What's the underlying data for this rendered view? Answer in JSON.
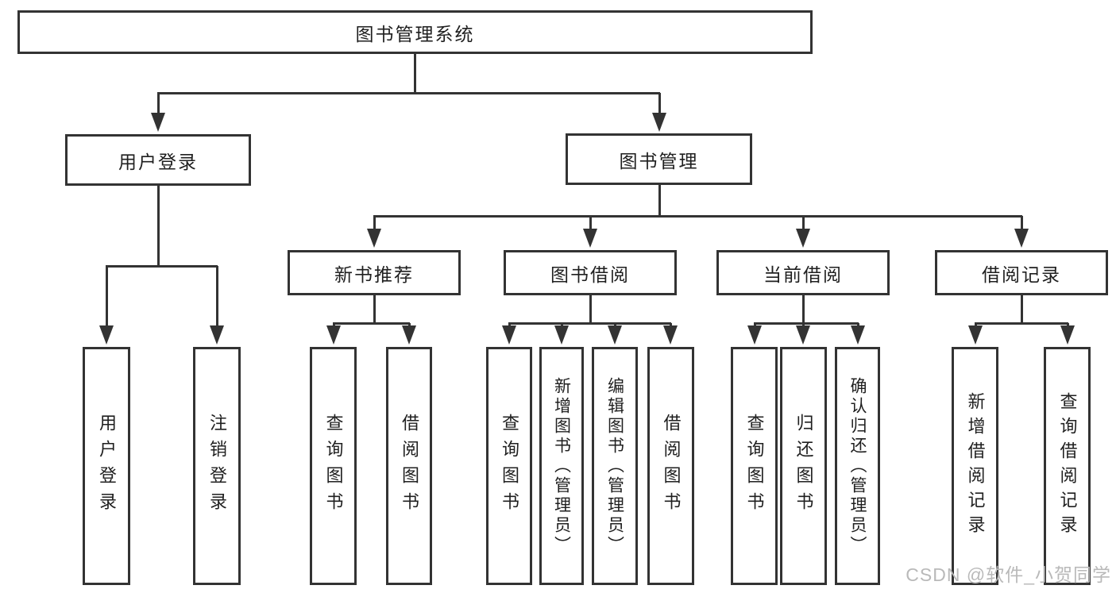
{
  "diagram": {
    "title": "图书管理系统",
    "watermark": "CSDN @软件_小贺同学",
    "colors": {
      "line": "#333333",
      "text": "#1f1f1f",
      "background": "#ffffff",
      "watermark": "#b9b9b9"
    }
  },
  "nodes": {
    "root": {
      "label": "图书管理系统"
    },
    "user_login": {
      "label": "用户登录"
    },
    "book_mgmt": {
      "label": "图书管理"
    },
    "login": {
      "label": "用户登录"
    },
    "logout": {
      "label": "注销登录"
    },
    "new_book_rec": {
      "label": "新书推荐"
    },
    "book_borrow": {
      "label": "图书借阅"
    },
    "current_borrow": {
      "label": "当前借阅"
    },
    "borrow_record": {
      "label": "借阅记录"
    },
    "nbr_query": {
      "label": "查询图书"
    },
    "nbr_borrow": {
      "label": "借阅图书"
    },
    "bb_query": {
      "label": "查询图书"
    },
    "bb_add": {
      "label": "新增图书（管理员）"
    },
    "bb_edit": {
      "label": "编辑图书（管理员）"
    },
    "bb_borrow": {
      "label": "借阅图书"
    },
    "cb_query": {
      "label": "查询图书"
    },
    "cb_return": {
      "label": "归还图书"
    },
    "cb_confirm": {
      "label": "确认归还（管理员）"
    },
    "br_add": {
      "label": "新增借阅记录"
    },
    "br_query": {
      "label": "查询借阅记录"
    }
  },
  "hierarchy": {
    "图书管理系统": {
      "用户登录": [
        "用户登录",
        "注销登录"
      ],
      "图书管理": {
        "新书推荐": [
          "查询图书",
          "借阅图书"
        ],
        "图书借阅": [
          "查询图书",
          "新增图书（管理员）",
          "编辑图书（管理员）",
          "借阅图书"
        ],
        "当前借阅": [
          "查询图书",
          "归还图书",
          "确认归还（管理员）"
        ],
        "借阅记录": [
          "新增借阅记录",
          "查询借阅记录"
        ]
      }
    }
  }
}
